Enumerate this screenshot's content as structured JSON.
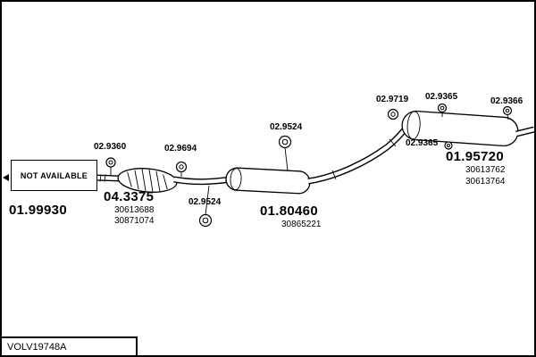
{
  "frame": {
    "footer_code": "VOLV19748A",
    "not_available": "NOT AVAILABLE"
  },
  "colors": {
    "ink": "#000000",
    "background": "#ffffff"
  },
  "parts": {
    "front_pipe": {
      "code": "01.99930"
    },
    "catalyst": {
      "code": "04.3375",
      "ref1": "30613688",
      "ref2": "30871074"
    },
    "gasket_front": {
      "code": "02.9360"
    },
    "gasket_cat_outlet": {
      "code": "02.9694"
    },
    "hanger_mid_front": {
      "code": "02.9524"
    },
    "hanger_mid_top": {
      "code": "02.9524"
    },
    "middle_muffler": {
      "code": "01.80460",
      "ref1": "30865221"
    },
    "gasket_rear": {
      "code": "02.9719"
    },
    "hanger_rear_top": {
      "code": "02.9365"
    },
    "hanger_rear_bottom": {
      "code": "02.9365"
    },
    "hanger_tail": {
      "code": "02.9366"
    },
    "rear_muffler": {
      "code": "01.95720",
      "ref1": "30613762",
      "ref2": "30613764"
    }
  }
}
